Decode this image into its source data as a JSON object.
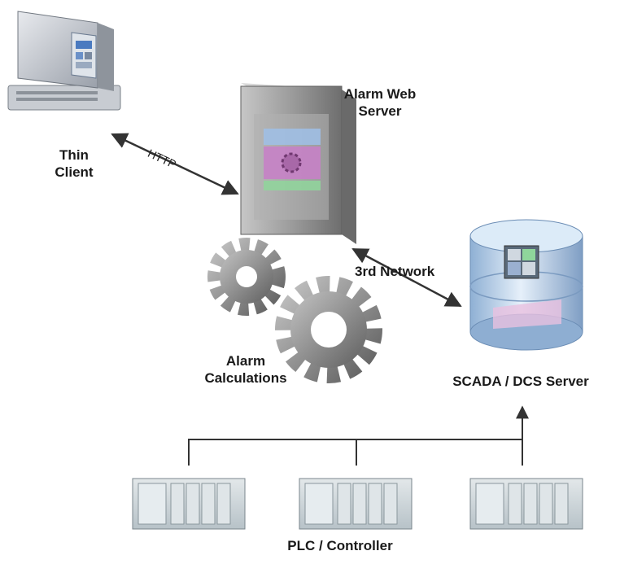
{
  "nodes": {
    "thin_client": {
      "line1": "Thin",
      "line2": "Client",
      "icon": "desktop-computer-icon"
    },
    "alarm_web_server": {
      "line1": "Alarm Web",
      "line2": "Server",
      "icon": "server-tower-icon"
    },
    "alarm_calculations": {
      "line1": "Alarm",
      "line2": "Calculations",
      "icon": "gears-icon"
    },
    "scada_server": {
      "label": "SCADA / DCS Server",
      "icon": "database-server-icon"
    },
    "plc": {
      "label": "PLC / Controller",
      "count": 3,
      "icon": "plc-rack-icon"
    }
  },
  "edges": {
    "http": "HTTP",
    "network": "3rd Network"
  },
  "colors": {
    "text": "#1a1a1a",
    "arrow": "#333333",
    "gear": "#8a8a8a",
    "server": "#9a9a9a",
    "db": "#b9d2ea",
    "plc": "#c9d3d8"
  }
}
